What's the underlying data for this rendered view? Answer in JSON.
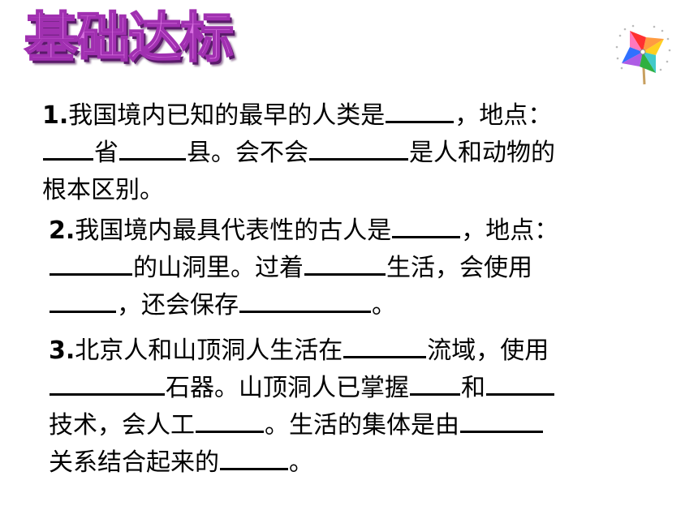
{
  "title": "基础达标",
  "q1": {
    "num": "1.",
    "t1": "我国境内已知的最早的人类是",
    "t2": "，地点：",
    "t3": "省",
    "t4": "县。会不会",
    "t5": "是人和动物的",
    "t6": "根本区别。"
  },
  "q2": {
    "num": "2.",
    "t1": "我国境内最具代表性的古人是",
    "t2": "，地点：",
    "t3": "的山洞里。过着",
    "t4": "生活，会使用",
    "t5": "，还会保存",
    "t6": "。"
  },
  "q3": {
    "num": "3.",
    "t1": "北京人和山顶洞人生活在",
    "t2": "流域，使用",
    "t3": "石器。山顶洞人已掌握",
    "t4": "和",
    "t5": "技术，会人工",
    "t6": "。生活的集体是由",
    "t7": "关系结合起来的",
    "t8": "。"
  }
}
